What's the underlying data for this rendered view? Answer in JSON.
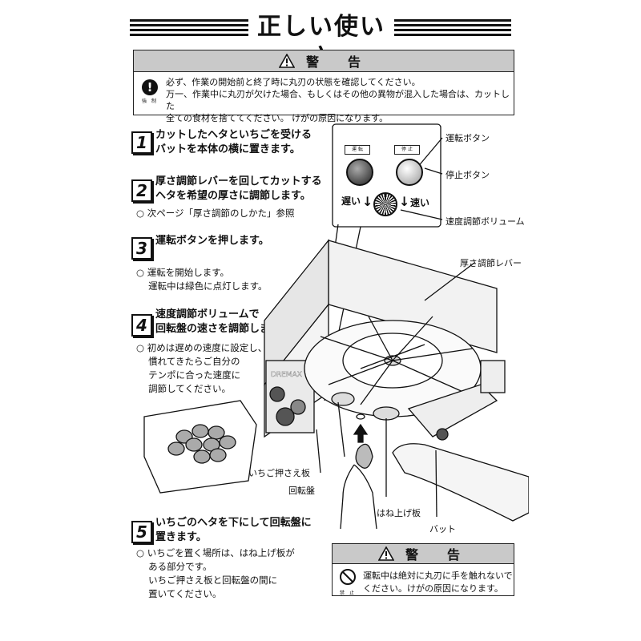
{
  "title": "正しい使い方",
  "warning_top": {
    "heading": "警　告",
    "mandatory_label": "強 制",
    "lines": [
      "必ず、作業の開始前と終了時に丸刃の状態を確認してください。",
      "万一、作業中に丸刃が欠けた場合、もしくはその他の異物が混入した場合は、カットした",
      "全ての食材を捨ててください。 けがの原因になります。"
    ]
  },
  "steps": [
    {
      "num": "1",
      "lines": [
        "カットしたヘタといちごを受ける",
        "バットを本体の横に置きます。"
      ],
      "notes": []
    },
    {
      "num": "2",
      "lines": [
        "厚さ調節レバーを回してカットする",
        "ヘタを希望の厚さに調節します。"
      ],
      "notes": [
        "○ 次ページ「厚さ調節のしかた」参照"
      ]
    },
    {
      "num": "3",
      "lines": [
        "運転ボタンを押します。"
      ],
      "notes": [
        "○ 運転を開始します。",
        "　 運転中は緑色に点灯します。"
      ]
    },
    {
      "num": "4",
      "lines": [
        "速度調節ボリュームで",
        "回転盤の速さを調節します。"
      ],
      "notes": [
        "○ 初めは遅めの速度に設定し、",
        "　 慣れてきたらご自分の",
        "　 テンポに合った速度に",
        "　 調節してください。"
      ]
    },
    {
      "num": "5",
      "lines": [
        "いちごのヘタを下にして回転盤に",
        "置きます。"
      ],
      "notes": [
        "○ いちごを置く場所は、はね上げ板が",
        "　 ある部分です。",
        "　 いちご押さえ板と回転盤の間に",
        "　 置いてください。"
      ]
    }
  ],
  "panel": {
    "run_label": "運 転",
    "stop_label": "停 止",
    "slow": "遅い",
    "fast": "速い"
  },
  "callouts": {
    "run_button": "運転ボタン",
    "stop_button": "停止ボタン",
    "speed_volume": "速度調節ボリューム",
    "thickness_lever": "厚さ調節レバー",
    "strawberry_plate": "いちご押さえ板",
    "turntable": "回転盤",
    "flip_plate": "はね上げ板",
    "tray": "バット"
  },
  "warning_bottom": {
    "heading": "警　告",
    "prohibit_label": "禁 止",
    "lines": [
      "運転中は絶対に丸刃に手を触れないで",
      "ください。けがの原因になります。"
    ]
  },
  "machine_brand": "DREMAX"
}
